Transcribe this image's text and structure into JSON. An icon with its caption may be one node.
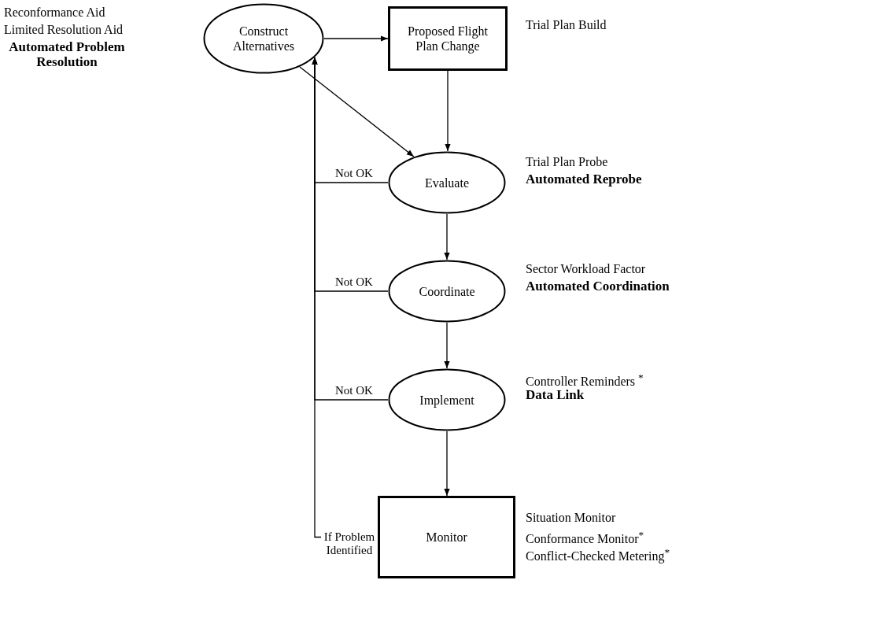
{
  "diagram": {
    "nodes": [
      {
        "text": [
          "Construct Alternatives"
        ],
        "beside": [
          "Reconformance Aid",
          "Limited Resolution Aid",
          "Automated Problem Resolution"
        ]
      },
      {
        "text": [
          "Proposed Flight Plan Change"
        ],
        "beside": [
          "Trial Plan Build"
        ]
      },
      {
        "text": [
          "Evaluate"
        ],
        "beside": [
          "Trial Plan Probe",
          "Automated Reprobe"
        ]
      },
      {
        "text": [
          "Coordinate"
        ],
        "beside": [
          "Sector Workload Factor",
          "Automated Coordination"
        ]
      },
      {
        "text": [
          "Implement"
        ],
        "beside": [
          "Controller Reminders $^{*}$",
          "Data Link"
        ]
      },
      {
        "text": [
          "Monitor"
        ],
        "beside": [
          "Situation Monitor",
          "Conformance Monitor$^{*}$",
          "Conflict-Checked Metering$^{*}$"
        ]
      }
    ],
    "edges": [
      {
        "from": 0,
        "to": 1,
        "arrow": "to"
      },
      {
        "from": 0,
        "to": 2,
        "arrow": "to"
      },
      {
        "from": 1,
        "to": 2,
        "arrow": "to"
      },
      {
        "from": 2,
        "to": 3,
        "arrow": "to"
      },
      {
        "from": 3,
        "to": 4,
        "arrow": "to"
      },
      {
        "from": 4,
        "to": 5,
        "arrow": "to"
      },
      {
        "from": 2,
        "to": 0,
        "label": "Not OK",
        "arrow": "to"
      },
      {
        "from": 3,
        "to": 0,
        "label": "Not OK",
        "arrow": "to"
      },
      {
        "from": 4,
        "to": 0,
        "label": "Not OK",
        "arrow": "to"
      },
      {
        "from": 5,
        "to": 0,
        "label": "If Problem Identified",
        "arrow": "to"
      }
    ]
  }
}
